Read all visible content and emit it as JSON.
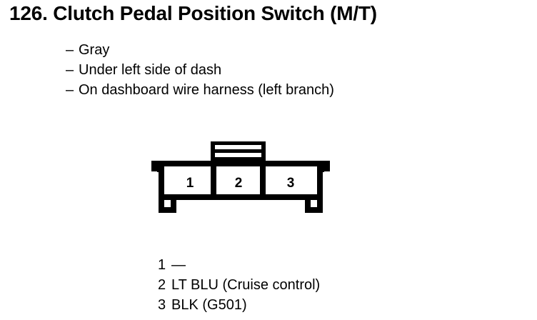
{
  "page": {
    "title": "126. Clutch Pedal Position Switch (M/T)",
    "background_color": "#ffffff",
    "ink_color": "#000000"
  },
  "description": {
    "dash": "–",
    "items": [
      {
        "dash": "–",
        "text": "Gray"
      },
      {
        "dash": "–",
        "text": "Under left side of dash"
      },
      {
        "dash": "–",
        "text": "On dashboard wire harness (left branch)"
      }
    ]
  },
  "connector": {
    "name": "3-cavity connector",
    "cavities": [
      {
        "number": "1"
      },
      {
        "number": "2"
      },
      {
        "number": "3"
      }
    ],
    "tab_slots": 2
  },
  "pin_legend": {
    "rows": [
      {
        "number": "1",
        "label": "—"
      },
      {
        "number": "2",
        "label": "LT BLU (Cruise control)"
      },
      {
        "number": "3",
        "label": "BLK (G501)"
      }
    ]
  }
}
